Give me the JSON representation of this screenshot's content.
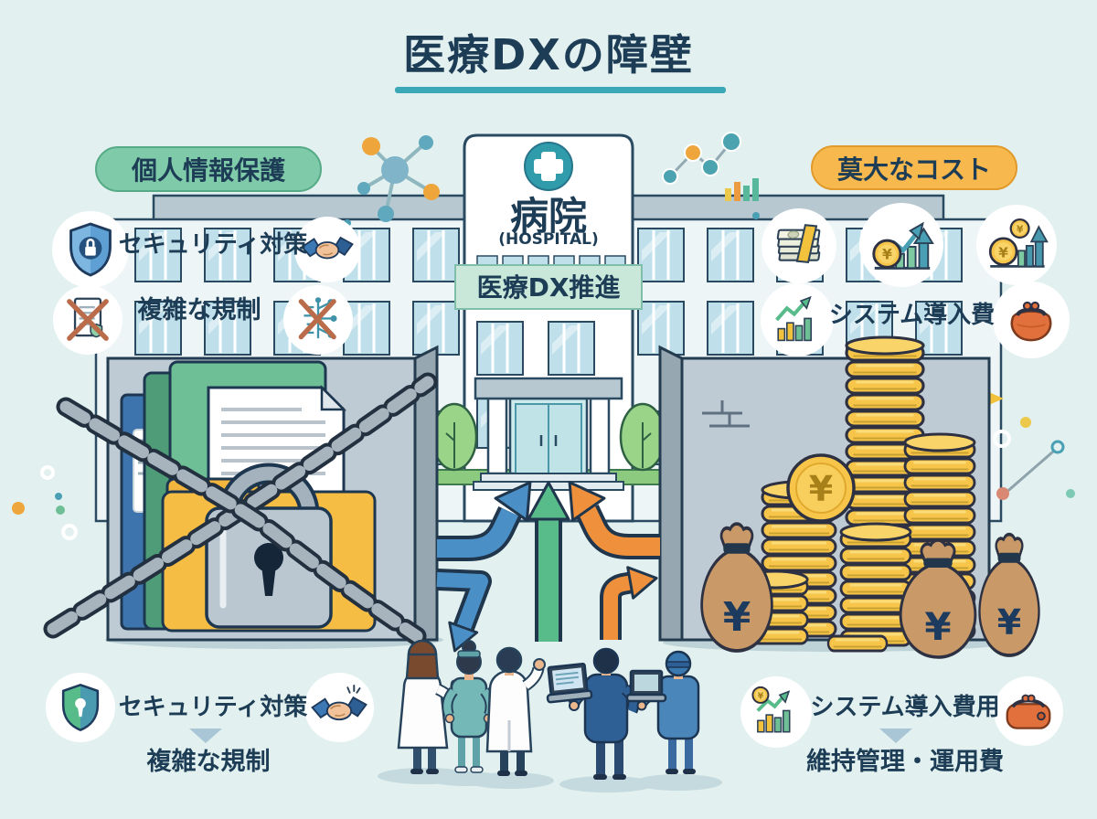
{
  "title": "医療DXの障壁",
  "badges": {
    "left": "個人情報保護",
    "right": "莫大なコスト"
  },
  "top_left": {
    "item1": "セキュリティ対策",
    "item2": "複雑な規制"
  },
  "top_right": {
    "item1": "システム導入費"
  },
  "hospital": {
    "name_ja": "病院",
    "name_en": "(HOSPITAL)",
    "banner": "医療DX推進"
  },
  "bottom_left": {
    "item1": "セキュリティ対策",
    "item2": "複雑な規制"
  },
  "bottom_right": {
    "item1": "システム導入費用",
    "item2": "維持管理・運用費"
  },
  "symbols": {
    "yen": "¥"
  },
  "icons": [
    "shield-lock-icon",
    "handshake-icon",
    "document-crossed-icon",
    "circuit-crossed-icon",
    "banknotes-icon",
    "yen-growth-chart-icon",
    "yen-bars-arrow-icon",
    "growth-chart-icon",
    "coin-purse-icon",
    "shield-keyhole-icon",
    "handshake-sparkle-icon",
    "yen-coin-growth-icon",
    "wallet-icon",
    "hospital-cross-icon",
    "molecule-icon",
    "line-chart-icon",
    "bar-chart-icon"
  ],
  "colors": {
    "background": "#e2f1ef",
    "title_text": "#1d3c55",
    "title_underline": "#3aa8b6",
    "badge_left_bg": "#7fcaa9",
    "badge_right_bg": "#f7b84e",
    "arrow_blue": "#4b8fc7",
    "arrow_green": "#57bb8a",
    "arrow_orange": "#ef913c",
    "coin_gold": "#f6c54a",
    "wall_gray": "#bfcbd4"
  }
}
